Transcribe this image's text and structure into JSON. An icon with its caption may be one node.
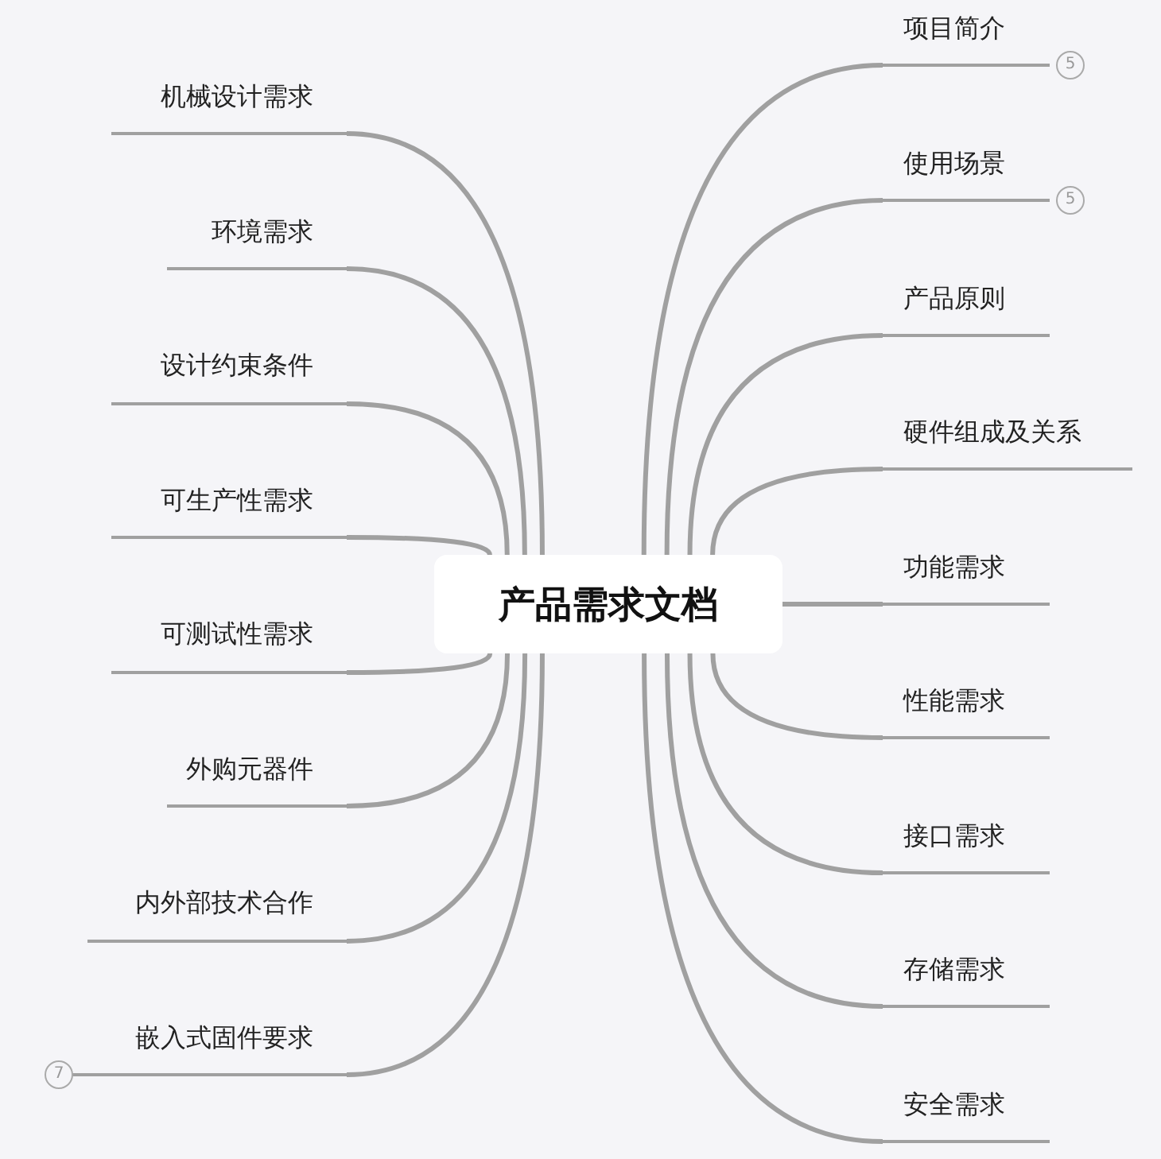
{
  "diagram": {
    "nodes": [
      {
        "text": [
          "产品需求文档"
        ]
      },
      {
        "text": [
          "机械设计需求"
        ]
      },
      {
        "text": [
          "环境需求"
        ]
      },
      {
        "text": [
          "设计约束条件"
        ]
      },
      {
        "text": [
          "可生产性需求"
        ]
      },
      {
        "text": [
          "可测试性需求"
        ]
      },
      {
        "text": [
          "外购元器件"
        ]
      },
      {
        "text": [
          "内外部技术合作"
        ]
      },
      {
        "text": [
          "嵌入式固件要求"
        ],
        "beside": [
          "7"
        ]
      },
      {
        "text": [
          "项目简介"
        ],
        "beside": [
          "5"
        ]
      },
      {
        "text": [
          "使用场景"
        ],
        "beside": [
          "5"
        ]
      },
      {
        "text": [
          "产品原则"
        ]
      },
      {
        "text": [
          "硬件组成及关系"
        ]
      },
      {
        "text": [
          "功能需求"
        ]
      },
      {
        "text": [
          "性能需求"
        ]
      },
      {
        "text": [
          "接口需求"
        ]
      },
      {
        "text": [
          "存储需求"
        ]
      },
      {
        "text": [
          "安全需求"
        ]
      }
    ],
    "edges": [
      {
        "from": 0,
        "to": 1,
        "arrow": "none"
      },
      {
        "from": 0,
        "to": 2,
        "arrow": "none"
      },
      {
        "from": 0,
        "to": 3,
        "arrow": "none"
      },
      {
        "from": 0,
        "to": 4,
        "arrow": "none"
      },
      {
        "from": 0,
        "to": 5,
        "arrow": "none"
      },
      {
        "from": 0,
        "to": 6,
        "arrow": "none"
      },
      {
        "from": 0,
        "to": 7,
        "arrow": "none"
      },
      {
        "from": 0,
        "to": 8,
        "arrow": "none"
      },
      {
        "from": 0,
        "to": 9,
        "arrow": "none"
      },
      {
        "from": 0,
        "to": 10,
        "arrow": "none"
      },
      {
        "from": 0,
        "to": 11,
        "arrow": "none"
      },
      {
        "from": 0,
        "to": 12,
        "arrow": "none"
      },
      {
        "from": 0,
        "to": 13,
        "arrow": "none"
      },
      {
        "from": 0,
        "to": 14,
        "arrow": "none"
      },
      {
        "from": 0,
        "to": 15,
        "arrow": "none"
      },
      {
        "from": 0,
        "to": 16,
        "arrow": "none"
      },
      {
        "from": 0,
        "to": 17,
        "arrow": "none"
      }
    ]
  }
}
